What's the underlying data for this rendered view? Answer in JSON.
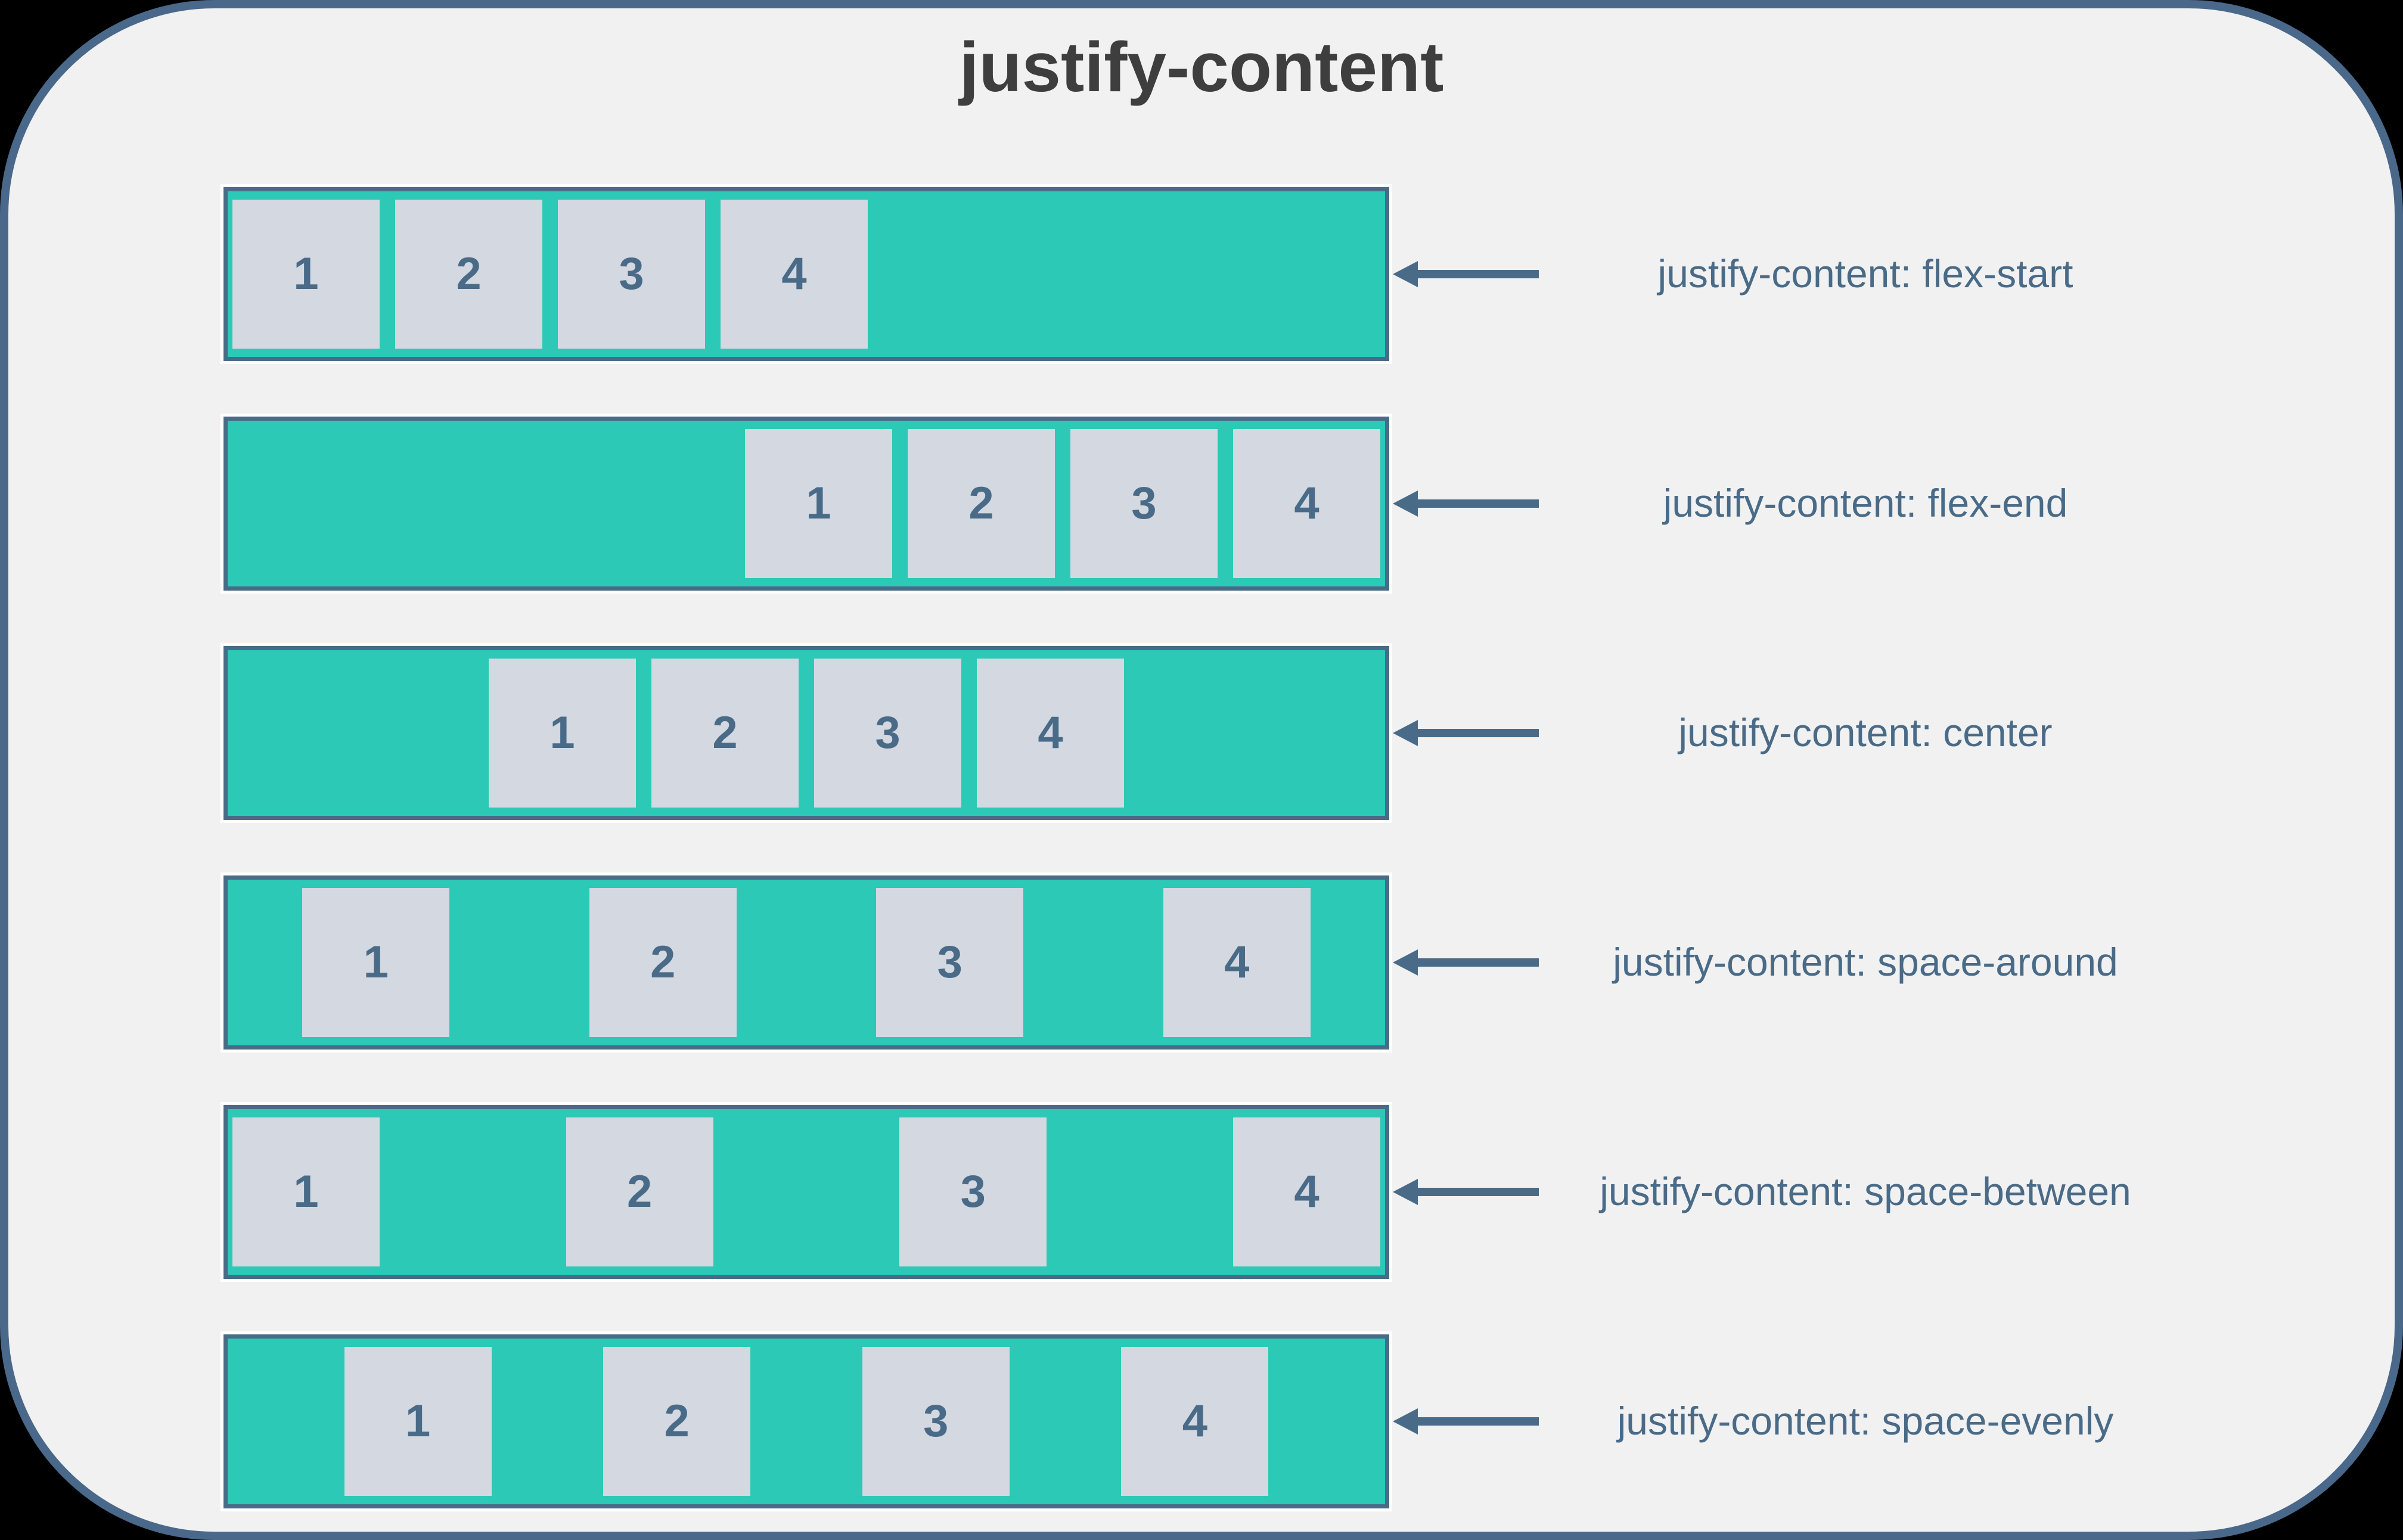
{
  "title": "justify-content",
  "rows": [
    {
      "value": "flex-start",
      "label": "justify-content: flex-start",
      "items": [
        "1",
        "2",
        "3",
        "4"
      ]
    },
    {
      "value": "flex-end",
      "label": "justify-content: flex-end",
      "items": [
        "1",
        "2",
        "3",
        "4"
      ]
    },
    {
      "value": "center",
      "label": "justify-content: center",
      "items": [
        "1",
        "2",
        "3",
        "4"
      ]
    },
    {
      "value": "space-around",
      "label": "justify-content: space-around",
      "items": [
        "1",
        "2",
        "3",
        "4"
      ]
    },
    {
      "value": "space-between",
      "label": "justify-content: space-between",
      "items": [
        "1",
        "2",
        "3",
        "4"
      ]
    },
    {
      "value": "space-evenly",
      "label": "justify-content: space-evenly",
      "items": [
        "1",
        "2",
        "3",
        "4"
      ]
    }
  ],
  "colors": {
    "canvas-bg": "#000000",
    "page-bg": "#f1f1f2",
    "frame-border": "#4a6889",
    "bar-fill": "#2bc9b6",
    "bar-border": "#4a6b87",
    "bar-outline": "#ffffff",
    "item-fill": "#d3d8e1",
    "item-text": "#4a6b87",
    "arrow": "#4a6b87",
    "label-text": "#4a6b87",
    "title-text": "#3e3e3e"
  }
}
